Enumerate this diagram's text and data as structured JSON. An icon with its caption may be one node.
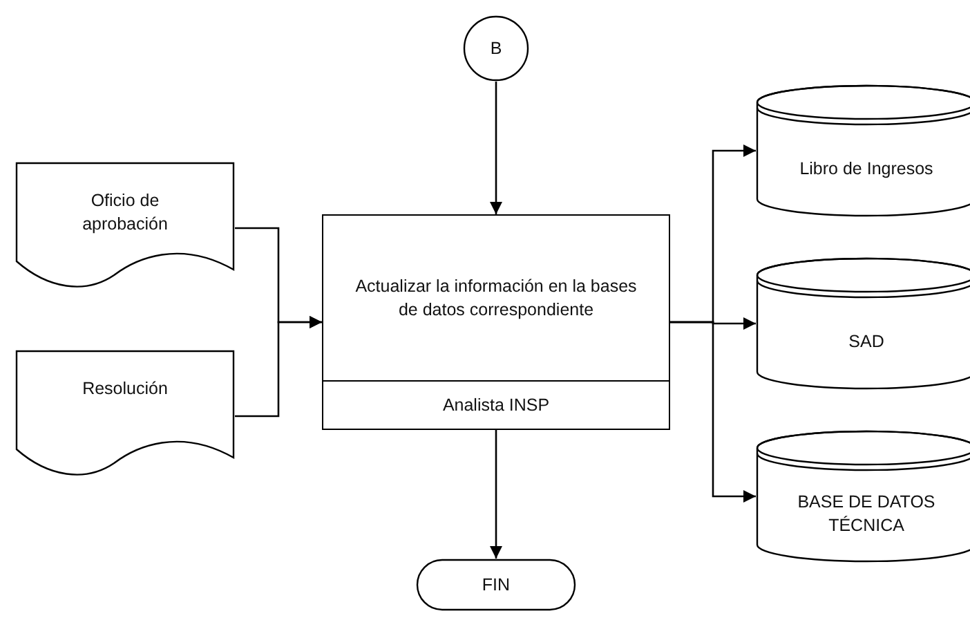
{
  "diagram": {
    "nodes": [
      {
        "text": [
          "B"
        ]
      },
      {
        "text": [
          "Oficio de aprobación"
        ]
      },
      {
        "text": [
          "Resolución"
        ]
      },
      {
        "text": [
          "Actualizar la información en la bases de datos correspondiente",
          "Analista INSP"
        ]
      },
      {
        "text": [
          "Libro de Ingresos"
        ]
      },
      {
        "text": [
          "SAD"
        ]
      },
      {
        "text": [
          "BASE DE DATOS TÉCNICA"
        ]
      },
      {
        "text": [
          "FIN"
        ]
      }
    ],
    "edges": [
      {
        "from": 0,
        "to": 3,
        "arrow": "to"
      },
      {
        "from": 1,
        "to": 3,
        "arrow": "to"
      },
      {
        "from": 2,
        "to": 3,
        "arrow": "to"
      },
      {
        "from": 3,
        "to": 4,
        "arrow": "to"
      },
      {
        "from": 3,
        "to": 5,
        "arrow": "to"
      },
      {
        "from": 3,
        "to": 6,
        "arrow": "to"
      },
      {
        "from": 3,
        "to": 7,
        "arrow": "to"
      }
    ]
  }
}
